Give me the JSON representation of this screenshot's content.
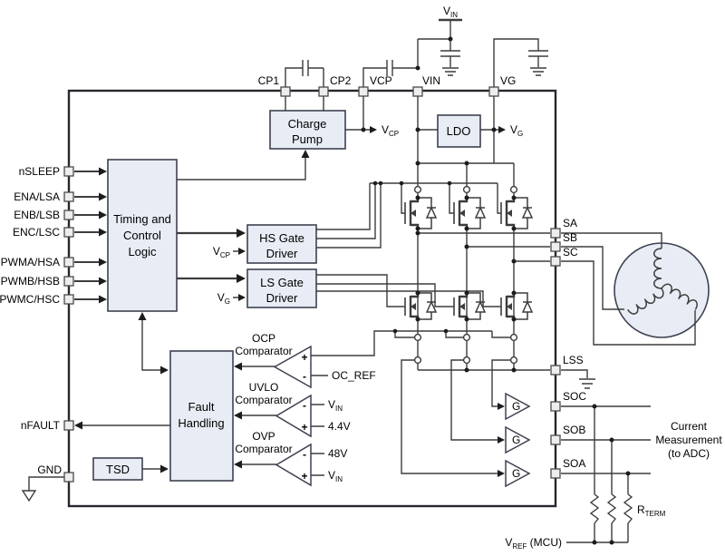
{
  "colors": {
    "background": "#ffffff",
    "line": "#3d3d3d",
    "block_fill": "#e8edf5",
    "block_stroke": "#3e4150",
    "pin_fill": "#ededed",
    "text": "#000000"
  },
  "chip": {
    "pins": {
      "left": [
        {
          "label": "nSLEEP"
        },
        {
          "label": "ENA/LSA"
        },
        {
          "label": "ENB/LSB"
        },
        {
          "label": "ENC/LSC"
        },
        {
          "label": "PWMA/HSA"
        },
        {
          "label": "PWMB/HSB"
        },
        {
          "label": "PWMC/HSC"
        },
        {
          "label": "nFAULT"
        },
        {
          "label": "GND"
        }
      ],
      "top": [
        {
          "label": "CP1"
        },
        {
          "label": "CP2"
        },
        {
          "label": "VCP"
        },
        {
          "label": "VIN"
        },
        {
          "label": "VG"
        }
      ],
      "right": [
        {
          "label": "SA"
        },
        {
          "label": "SB"
        },
        {
          "label": "SC"
        },
        {
          "label": "LSS"
        },
        {
          "label": "SOC"
        },
        {
          "label": "SOB"
        },
        {
          "label": "SOA"
        }
      ]
    },
    "blocks": {
      "timing": {
        "line1": "Timing and",
        "line2": "Control",
        "line3": "Logic"
      },
      "charge_pump": {
        "line1": "Charge",
        "line2": "Pump"
      },
      "ldo": {
        "label": "LDO"
      },
      "hs_driver": {
        "line1": "HS Gate",
        "line2": "Driver"
      },
      "ls_driver": {
        "line1": "LS Gate",
        "line2": "Driver"
      },
      "fault": {
        "line1": "Fault",
        "line2": "Handling"
      },
      "tsd": {
        "label": "TSD"
      }
    }
  },
  "comparators": {
    "ocp": {
      "name": "OCP",
      "type_label": "Comparator",
      "plus": "+",
      "minus": "-",
      "minus_ref": "OC_REF"
    },
    "uvlo": {
      "name": "UVLO",
      "type_label": "Comparator",
      "minus": "-",
      "plus": "+",
      "minus_ref_main": "V",
      "minus_ref_sub": "IN",
      "plus_ref": "4.4V"
    },
    "ovp": {
      "name": "OVP",
      "type_label": "Comparator",
      "minus": "-",
      "plus": "+",
      "minus_ref": "48V",
      "plus_ref_main": "V",
      "plus_ref_sub": "IN"
    }
  },
  "supplies": {
    "vin_top": {
      "main": "V",
      "sub": "IN"
    },
    "vcp_out": {
      "main": "V",
      "sub": "CP"
    },
    "vg_out": {
      "main": "V",
      "sub": "G"
    },
    "vcp_in": {
      "main": "V",
      "sub": "CP"
    },
    "vg_in": {
      "main": "V",
      "sub": "G"
    },
    "vref": {
      "main": "V",
      "sub": "REF",
      "suffix": " (MCU)"
    },
    "rterm": {
      "main": "R",
      "sub": "TERM"
    }
  },
  "sense": {
    "amp_label": "G"
  },
  "annotations": {
    "current_measurement": {
      "line1": "Current",
      "line2": "Measurement",
      "line3": "(to ADC)"
    }
  }
}
